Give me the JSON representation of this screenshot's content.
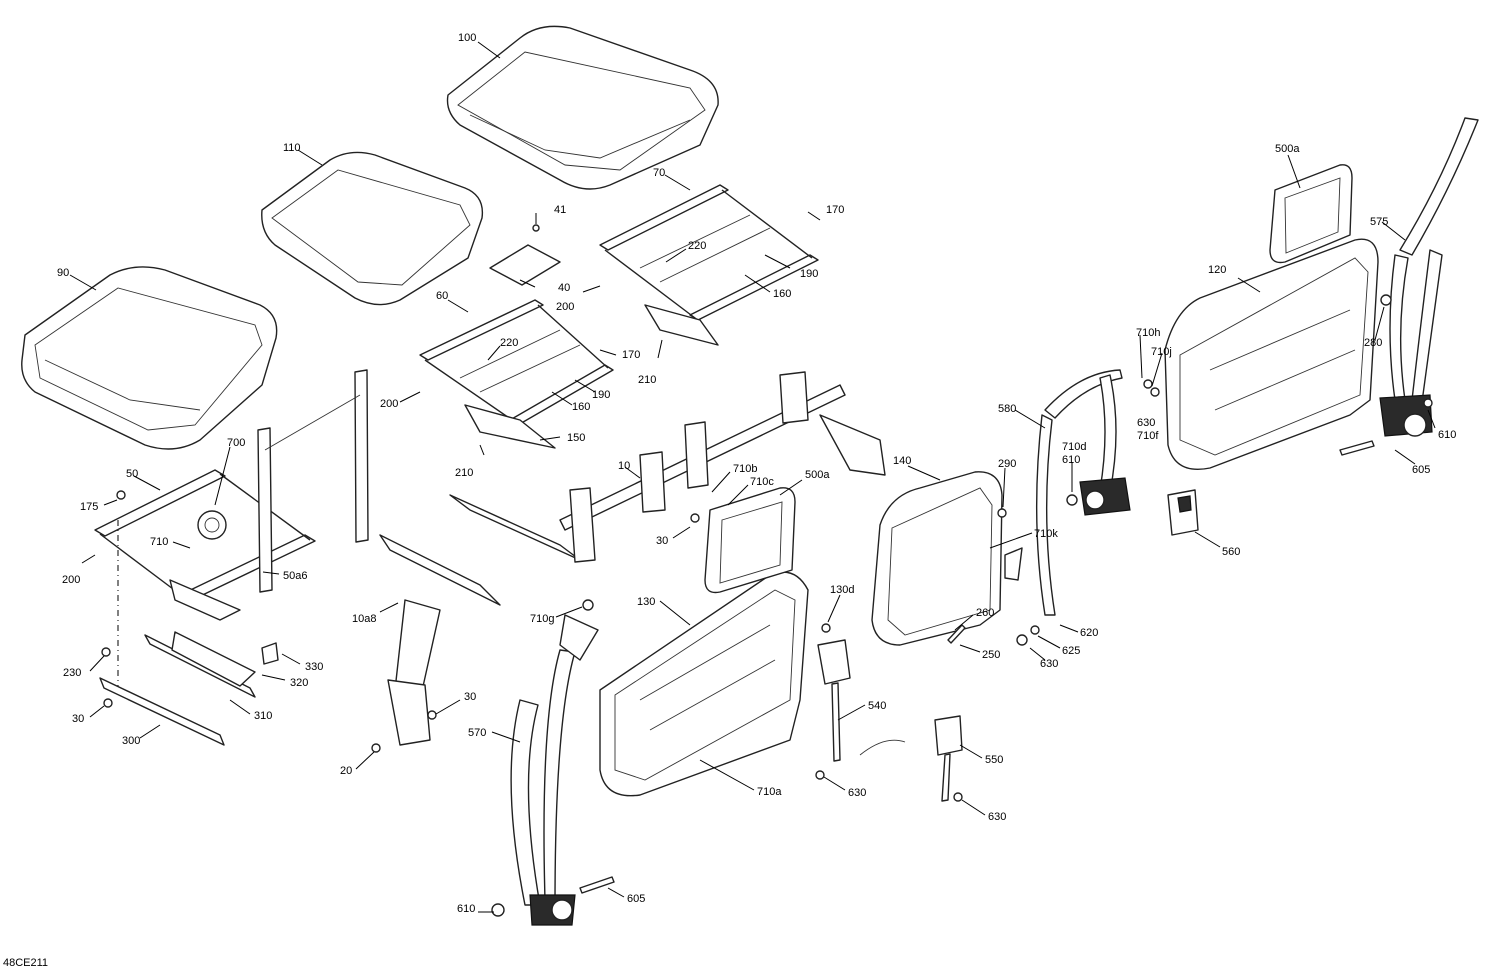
{
  "diagram_code": "48CE211",
  "callouts": [
    {
      "id": "c100",
      "text": "100"
    },
    {
      "id": "c110",
      "text": "110"
    },
    {
      "id": "c90",
      "text": "90"
    },
    {
      "id": "c41",
      "text": "41"
    },
    {
      "id": "c40",
      "text": "40"
    },
    {
      "id": "c200a",
      "text": "200"
    },
    {
      "id": "c70",
      "text": "70"
    },
    {
      "id": "c220a",
      "text": "220"
    },
    {
      "id": "c170a",
      "text": "170"
    },
    {
      "id": "c190a",
      "text": "190"
    },
    {
      "id": "c160a",
      "text": "160"
    },
    {
      "id": "c210a",
      "text": "210"
    },
    {
      "id": "c60",
      "text": "60"
    },
    {
      "id": "c220b",
      "text": "220"
    },
    {
      "id": "c170b",
      "text": "170"
    },
    {
      "id": "c190b",
      "text": "190"
    },
    {
      "id": "c160b",
      "text": "160"
    },
    {
      "id": "c200b",
      "text": "200"
    },
    {
      "id": "c150",
      "text": "150"
    },
    {
      "id": "c210b",
      "text": "210"
    },
    {
      "id": "c700",
      "text": "700"
    },
    {
      "id": "c50",
      "text": "50"
    },
    {
      "id": "c175",
      "text": "175"
    },
    {
      "id": "c710",
      "text": "710"
    },
    {
      "id": "c200c",
      "text": "200"
    },
    {
      "id": "c50a6",
      "text": "50a6"
    },
    {
      "id": "c10",
      "text": "10"
    },
    {
      "id": "c710b",
      "text": "710b"
    },
    {
      "id": "c710c",
      "text": "710c"
    },
    {
      "id": "c500a1",
      "text": "500a"
    },
    {
      "id": "c30a",
      "text": "30"
    },
    {
      "id": "c10a8",
      "text": "10a8"
    },
    {
      "id": "c230",
      "text": "230"
    },
    {
      "id": "c330",
      "text": "330"
    },
    {
      "id": "c320",
      "text": "320"
    },
    {
      "id": "c310",
      "text": "310"
    },
    {
      "id": "c30b",
      "text": "30"
    },
    {
      "id": "c300",
      "text": "300"
    },
    {
      "id": "c30c",
      "text": "30"
    },
    {
      "id": "c20",
      "text": "20"
    },
    {
      "id": "c710g",
      "text": "710g"
    },
    {
      "id": "c130",
      "text": "130"
    },
    {
      "id": "c570",
      "text": "570"
    },
    {
      "id": "c130d",
      "text": "130d"
    },
    {
      "id": "c540",
      "text": "540"
    },
    {
      "id": "c550",
      "text": "550"
    },
    {
      "id": "c630a",
      "text": "630"
    },
    {
      "id": "c630b",
      "text": "630"
    },
    {
      "id": "c710a",
      "text": "710a"
    },
    {
      "id": "c605a",
      "text": "605"
    },
    {
      "id": "c610a",
      "text": "610"
    },
    {
      "id": "c140",
      "text": "140"
    },
    {
      "id": "c290",
      "text": "290"
    },
    {
      "id": "c710k",
      "text": "710k"
    },
    {
      "id": "c260",
      "text": "260"
    },
    {
      "id": "c250",
      "text": "250"
    },
    {
      "id": "c580",
      "text": "580"
    },
    {
      "id": "c710d",
      "text": "710d"
    },
    {
      "id": "c610b",
      "text": "610"
    },
    {
      "id": "c620",
      "text": "620"
    },
    {
      "id": "c625",
      "text": "625"
    },
    {
      "id": "c630c",
      "text": "630"
    },
    {
      "id": "c710h",
      "text": "710h"
    },
    {
      "id": "c710j",
      "text": "710j"
    },
    {
      "id": "c630d",
      "text": "630"
    },
    {
      "id": "c710f",
      "text": "710f"
    },
    {
      "id": "c120",
      "text": "120"
    },
    {
      "id": "c500a2",
      "text": "500a"
    },
    {
      "id": "c575",
      "text": "575"
    },
    {
      "id": "c280",
      "text": "280"
    },
    {
      "id": "c610c",
      "text": "610"
    },
    {
      "id": "c605b",
      "text": "605"
    },
    {
      "id": "c560",
      "text": "560"
    }
  ]
}
